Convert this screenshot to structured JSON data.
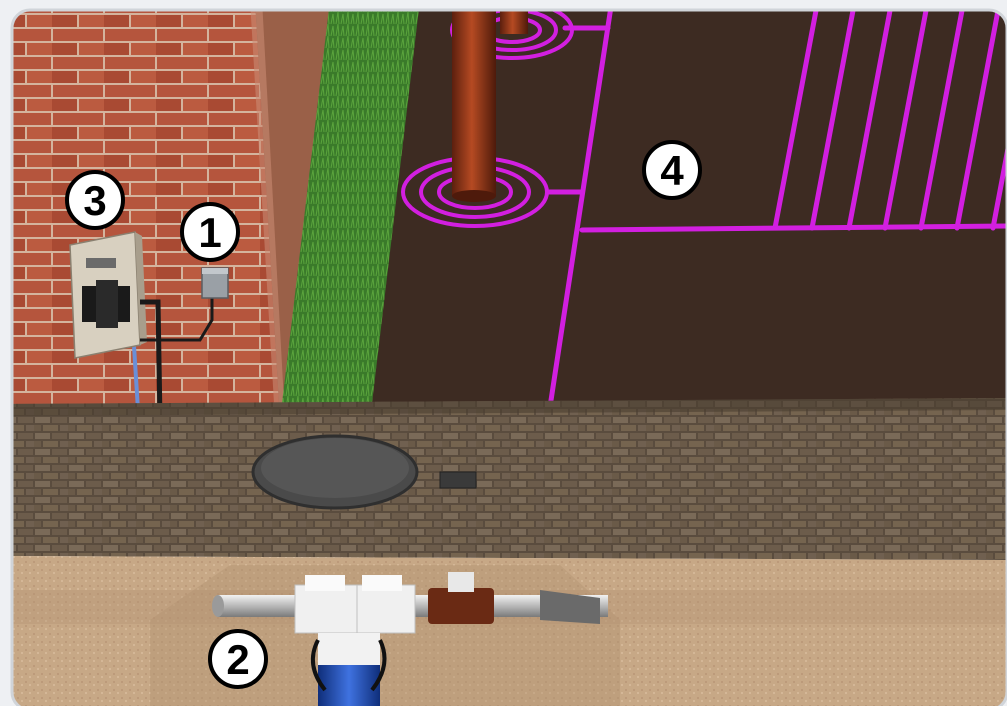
{
  "markers": [
    {
      "label": "1",
      "item": "rain-sensor"
    },
    {
      "label": "2",
      "item": "valve-manifold"
    },
    {
      "label": "3",
      "item": "irrigation-controller"
    },
    {
      "label": "4",
      "item": "drip-irrigation-zone"
    }
  ],
  "colors": {
    "brick": "#b5553d",
    "mortar": "#d9b8a2",
    "soil": "#3d2b22",
    "lawn": "#3e7f2c",
    "paver": "#6a5a4a",
    "subsoil": "#c9ab8a",
    "drip_line": "#d21fe0",
    "tree_trunk": "#8a3218",
    "pipe": "#c9c9c9",
    "valve_body": "#f0f0f0",
    "solenoid": "#1e4fb8",
    "check_valve": "#6a2a14",
    "controller_box": "#d8d0c0",
    "sensor_box": "#9aa0a6"
  }
}
